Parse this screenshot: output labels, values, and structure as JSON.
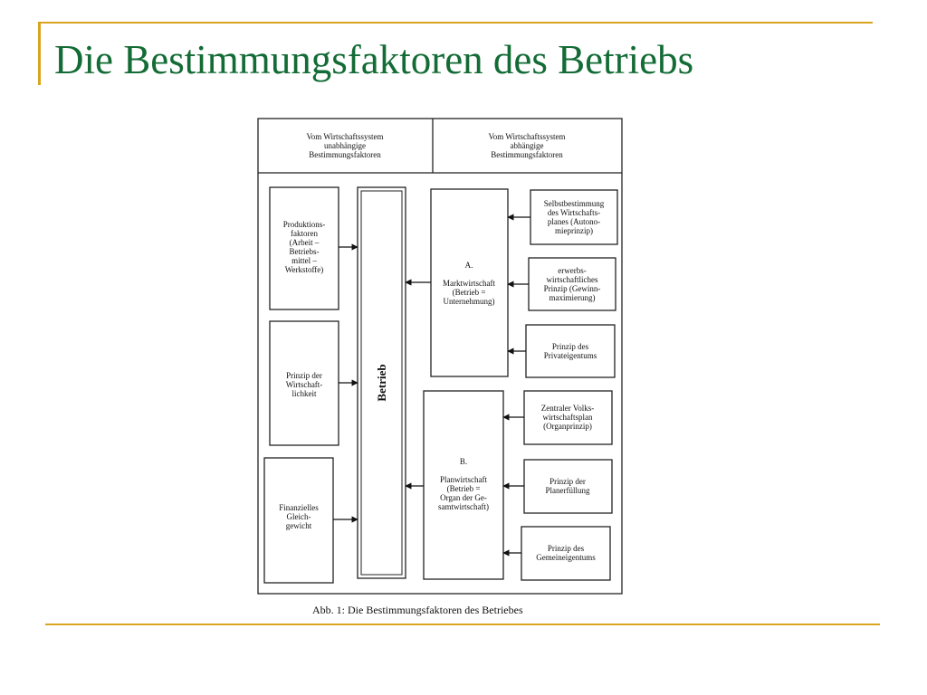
{
  "slide": {
    "title": "Die Bestimmungsfaktoren des Betriebs",
    "caption": "Abb. 1: Die Bestimmungsfaktoren des Betriebes"
  },
  "diagram": {
    "header_left": [
      "Vom Wirtschaftssystem",
      "unabhängige",
      "Bestimmungsfaktoren"
    ],
    "header_right": [
      "Vom Wirtschaftssystem",
      "abhängige",
      "Bestimmungsfaktoren"
    ],
    "center": "Betrieb",
    "left_boxes": [
      [
        "Produktions-",
        "faktoren",
        "(Arbeit –",
        "Betriebs-",
        "mittel –",
        "Werkstoffe)"
      ],
      [
        "Prinzip der",
        "Wirtschaft-",
        "lichkeit"
      ],
      [
        "Finanzielles",
        "Gleich-",
        "gewicht"
      ]
    ],
    "system_a": [
      "A.",
      "",
      "Marktwirtschaft",
      "(Betrieb =",
      "Unternehmung)"
    ],
    "system_b": [
      "B.",
      "",
      "Planwirtschaft",
      "(Betrieb =",
      "Organ der Ge-",
      "samtwirtschaft)"
    ],
    "right_a": [
      [
        "Selbstbestimmung",
        "des Wirtschafts-",
        "planes (Autono-",
        "mieprinzip)"
      ],
      [
        "erwerbs-",
        "wirtschaftliches",
        "Prinzip (Gewinn-",
        "maximierung)"
      ],
      [
        "Prinzip des",
        "Privateigentums"
      ]
    ],
    "right_b": [
      [
        "Zentraler Volks-",
        "wirtschaftsplan",
        "(Organprinzip)"
      ],
      [
        "Prinzip der",
        "Planerfüllung"
      ],
      [
        "Prinzip des",
        "Gemeineigentums"
      ]
    ]
  }
}
